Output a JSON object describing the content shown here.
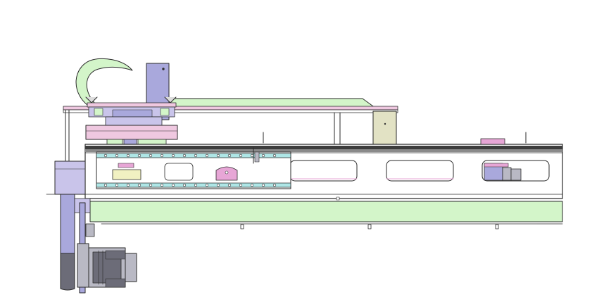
{
  "drawing": {
    "colors": {
      "background": "#ffffff",
      "outline": "#2a2a2a",
      "frame_fill": "#ffffff",
      "rail_dark": "#4a4a4a",
      "belt_green": "#d3f5c9",
      "arm_purple": "#a9a8dc",
      "carriage_pink": "#efc8e0",
      "bracket_lavender": "#c9c4ea",
      "motor_gray": "#b9b9c4",
      "motor_dark": "#6c6c78",
      "cyan_strip": "#aee6e6",
      "plate_olive": "#e2e2c4",
      "magenta": "#e7a6d6",
      "yellow": "#f1f1c2"
    },
    "components": [
      {
        "id": "main-frame-beam"
      },
      {
        "id": "top-rail"
      },
      {
        "id": "belt-guide-lower"
      },
      {
        "id": "cable-chain-top"
      },
      {
        "id": "vertical-arm-column"
      },
      {
        "id": "carriage-assembly"
      },
      {
        "id": "servo-motor"
      },
      {
        "id": "drive-column"
      },
      {
        "id": "end-block-left"
      },
      {
        "id": "end-bracket-right"
      },
      {
        "id": "mounting-plate"
      },
      {
        "id": "slot-cutouts"
      }
    ]
  }
}
